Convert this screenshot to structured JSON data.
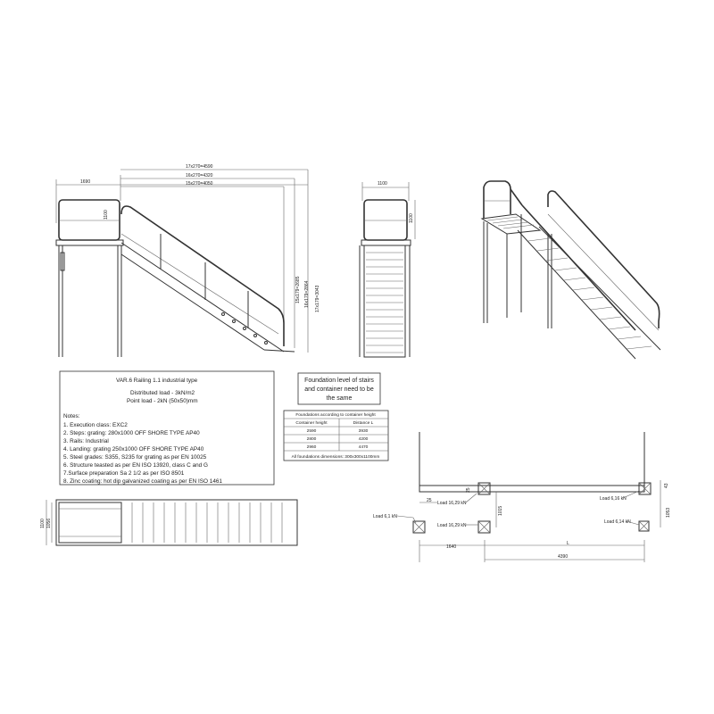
{
  "dimensions": {
    "top_1": "17x270=4590",
    "top_2": "16x270=4320",
    "top_3": "15x270=4050",
    "left_width": "1690",
    "side_width": "1100",
    "side_railing_height": "1100",
    "front_railing_height": "1100",
    "rise_1": "15x179=2685",
    "rise_2": "16x179=2864",
    "rise_3": "17x179=3043",
    "plan_width_outer": "1100",
    "plan_width_inner": "1056"
  },
  "notes_box": {
    "title": "VAR.6 Railing 1.1 industrial type",
    "distributed_load": "Distributed load - 3kN/m2",
    "point_load": "Point load - 2kN (50x50)mm",
    "notes_header": "Notes:",
    "items": [
      "1. Execution class: EXC2",
      "2. Steps: grating: 280x1000 OFF SHORE TYPE AP40",
      "3. Rails: Industrial",
      "4. Landing: grating 250x1000 OFF SHORE TYPE AP40",
      "5. Steel grades: S355, S235 for grating as per EN 10025",
      "6. Structure teasted as per EN ISO 13920, class C and G",
      "7.Surface preparation Sa 2 1/2 as per ISO 8501",
      "8. Zinc coating: hot dip galvanized coating as per EN ISO 1461"
    ]
  },
  "foundation_note": {
    "line1": "Foundation level of stairs",
    "line2": "and container need to be",
    "line3": "the same"
  },
  "foundation_table": {
    "title": "Foundations according to container height",
    "headers": [
      "Container height",
      "Distance L"
    ],
    "rows": [
      [
        "2590",
        "3930"
      ],
      [
        "2800",
        "4200"
      ],
      [
        "2960",
        "4470"
      ]
    ],
    "footer": "All foundations dimensions: 300x300x1100mm"
  },
  "plan_loads": {
    "load_left": "Load 6,1 kN",
    "load_mid_top": "Load 16,29 kN",
    "load_mid_bottom": "Load 16,29 kN",
    "load_right_top": "Load 6,16 kN",
    "load_right_bottom": "Load 6,14 kN",
    "dim_25a": "25",
    "dim_25b": "25",
    "dim_1015": "1015",
    "dim_1053": "1053",
    "dim_43": "43",
    "dim_1640": "1640",
    "dim_L": "L",
    "dim_4390": "4390"
  }
}
